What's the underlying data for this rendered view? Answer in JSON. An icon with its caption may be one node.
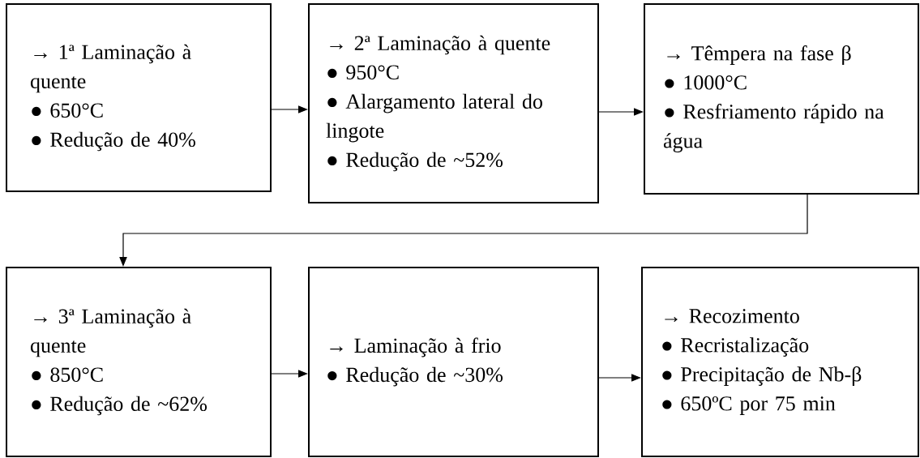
{
  "diagram": {
    "nodes": [
      {
        "text": [
          "→ 1ª Laminação à quente",
          "● 650°C",
          "● Redução de 40%"
        ]
      },
      {
        "text": [
          "→ 2ª Laminação à quente",
          "● 950°C",
          "● Alargamento lateral do lingote",
          "● Redução de ~52%"
        ]
      },
      {
        "text": [
          "→ Têmpera na fase β",
          "● 1000°C",
          "● Resfriamento rápido na água"
        ]
      },
      {
        "text": [
          "→ 3ª Laminação à quente",
          "● 850°C",
          "● Redução de ~62%"
        ]
      },
      {
        "text": [
          "→ Laminação à frio",
          "● Redução de ~30%"
        ]
      },
      {
        "text": [
          "→ Recozimento",
          "● Recristalização",
          "● Precipitação de Nb-β",
          "● 650ºC por 75 min"
        ]
      }
    ],
    "edges": [
      {
        "from": 0,
        "to": 1,
        "arrow": "to"
      },
      {
        "from": 1,
        "to": 2,
        "arrow": "to"
      },
      {
        "from": 2,
        "to": 3,
        "arrow": "to"
      },
      {
        "from": 3,
        "to": 4,
        "arrow": "to"
      },
      {
        "from": 4,
        "to": 5,
        "arrow": "to"
      }
    ]
  }
}
